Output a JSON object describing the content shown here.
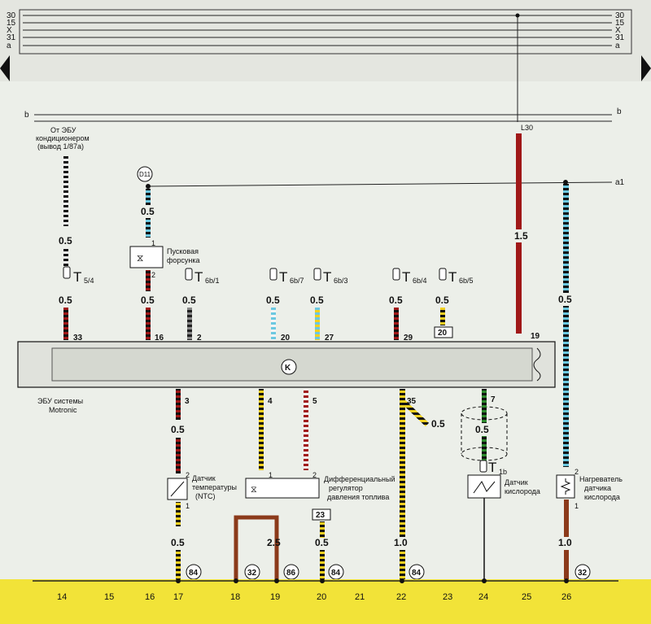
{
  "colors": {
    "background": "#ecefe9",
    "bottom_band": "#f2e338",
    "red_wire": "#a01818",
    "brown_wire": "#8b3a1a",
    "cyan_stripe": "#6cc8e0",
    "yellow_stripe": "#f0d020",
    "green_wire": "#2e8a2e",
    "black": "#111111"
  },
  "top_buses": [
    "30",
    "15",
    "X",
    "31",
    "a"
  ],
  "bus_b": "b",
  "label_L30": "L30",
  "label_a1": "a1",
  "notes": {
    "ac_ecu": [
      "От ЭБУ",
      "кондиционером",
      "(вывод 1/87а)"
    ],
    "ecu_name": [
      "ЭБУ системы",
      "Motronic"
    ],
    "ecu_mark": "K",
    "start_injector": [
      "Пусковая",
      "форсунка"
    ],
    "temp_sensor": [
      "Датчик",
      "температуры",
      "(NTC)"
    ],
    "pressure_regulator": [
      "Дифференциальный",
      "регулятор",
      "давления топлива"
    ],
    "oxygen_sensor": [
      "Датчик",
      "кислорода"
    ],
    "heater": [
      "Нагреватель",
      "датчика",
      "кислорода"
    ]
  },
  "connectors": {
    "t54": {
      "main": "T",
      "sub": "5/4"
    },
    "t6b1": {
      "main": "T",
      "sub": "6b/1"
    },
    "t6b7": {
      "main": "T",
      "sub": "6b/7"
    },
    "t6b3": {
      "main": "T",
      "sub": "6b/3"
    },
    "t6b4": {
      "main": "T",
      "sub": "6b/4"
    },
    "t6b5": {
      "main": "T",
      "sub": "6b/5"
    },
    "t1b": {
      "main": "T",
      "sub": "1b"
    }
  },
  "gauges": {
    "ac_upper": "0.5",
    "ac_lower": "0.5",
    "inj_upper": "0.5",
    "inj_lower": "0.5",
    "w6b1": "0.5",
    "w6b7": "0.5",
    "w6b3": "0.5",
    "w6b4": "0.5",
    "w6b5": "0.5",
    "red": "1.5",
    "cyan_right": "0.5",
    "w3_upper": "0.5",
    "w3_lower": "0.5",
    "w32_loop": "2.5",
    "w5_lower": "0.5",
    "w35": "1.0",
    "w35_branch": "0.5",
    "shield": "0.5",
    "brown": "1.0"
  },
  "pins_top": {
    "p33": "33",
    "p16": "16",
    "p2": "2",
    "p20": "20",
    "p27": "27",
    "p29": "29",
    "p19": "19"
  },
  "pins_bottom": {
    "p3": "3",
    "p4": "4",
    "p5": "5",
    "p35": "35",
    "p7": "7"
  },
  "component_pins": {
    "inj1": "1",
    "inj2": "2",
    "ntc2": "2",
    "ntc1": "1",
    "reg1": "1",
    "reg2": "2",
    "heat2": "2",
    "heat1": "1"
  },
  "boxes": {
    "b20": "20",
    "b23": "23",
    "d11": "D11"
  },
  "grounds": [
    "84",
    "32",
    "86",
    "84",
    "84",
    "32"
  ],
  "footer_numbers": [
    "14",
    "15",
    "16",
    "17",
    "18",
    "19",
    "20",
    "21",
    "22",
    "23",
    "24",
    "25",
    "26"
  ]
}
